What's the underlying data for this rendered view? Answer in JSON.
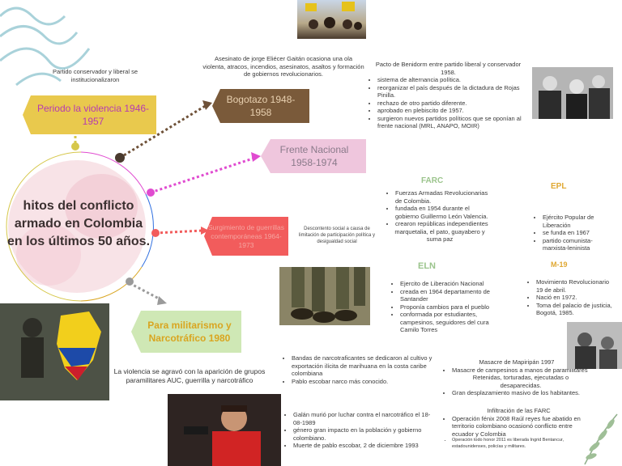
{
  "center_title": "hitos del conflicto armado en Colombia en los últimos 50 años.",
  "colors": {
    "yellow": "#e9c94d",
    "gold": "#d9a520",
    "green_light": "#cfe8b5",
    "pink_light": "#efc6dd",
    "red": "#f25c5c",
    "brown": "#5b4636",
    "olive": "#7a5a3a",
    "magenta": "#e04bd0",
    "gray": "#9a9a9a"
  },
  "topics": {
    "violencia": {
      "label": "Periodo la violencia 1946-1957",
      "note": "Partido conservador y liberal se institucionalizaron"
    },
    "bogotazo": {
      "label": "Bogotazo 1948-1958",
      "note": "Asesinato de jorge Eliécer Gaitán ocasiona una ola violenta, atracos, incendios, asesinatos, asaltos y formación de gobiernos revolucionarios."
    },
    "frente": {
      "label": "Frente Nacional 1958-1974",
      "intro": "Pacto de Benidorm entre partido liberal y conservador 1958.",
      "items": [
        "sistema de alternancia política.",
        "reorganizar el país después de la dictadura de Rojas Pinilla.",
        "rechazo de otro partido diferente.",
        "aprobado en plebiscito de 1957.",
        "surgieron nuevos partidos políticos que se oponían  al frente nacional  (MRL, ANAPO, MOIR)"
      ]
    },
    "guerrillas": {
      "label": "Surgimiento de guerrillas contemporáneas 1964-1973",
      "note": "Descontento social a causa de limitación de participación política y desigualdad social"
    },
    "narco": {
      "label": "Para militarismo y Narcotráfico 1980",
      "note": "La violencia se agravó con la aparición de grupos paramilitares AUC, guerrilla y narcotráfico",
      "items": [
        "Bandas de narcotraficantes se dedicaron al cultivo y exportación ilícita de marihuana en la costa caribe colombiana",
        "Pablo escobar narco más conocido."
      ],
      "galan": [
        "Galán murió por luchar contra el narcotráfico el 18-08-1989",
        "género gran impacto en la población y gobierno colombiano.",
        "Muerte de pablo escobar, 2 de diciembre 1993"
      ]
    }
  },
  "groups": {
    "farc": {
      "title": "FARC",
      "items": [
        "Fuerzas Armadas Revolucionarias de  Colombia.",
        "fundada en 1954 durante el gobierno Guillermo León Valencia.",
        "crearon repúblicas independientes",
        "marquetalia, el pato, guayabero y suma paz"
      ]
    },
    "eln": {
      "title": "ELN",
      "items": [
        "Ejercito de Liberación Nacional",
        "creada en 1964 departamento de Santander",
        "Proponía cambios para el pueblo",
        "conformada por estudiantes, campesinos, seguidores del cura Camilo Torres"
      ]
    },
    "epl": {
      "title": "EPL",
      "items": [
        "Ejército Popular de Liberación",
        "se funda en 1967",
        "partido comunista-marxista-leninista"
      ]
    },
    "m19": {
      "title": "M-19",
      "items": [
        "Movimiento Revolucionario 19 de abril.",
        "Nació en 1972.",
        "Toma del palacio de justicia, Bogotá, 1985."
      ]
    }
  },
  "mapiripan": {
    "title": "Masacre de Mapiripán 1997",
    "items": [
      "Masacre de campesinos a manos de paramilitares",
      "Retenidas, torturadas, ejecutadas o desaparecidas.",
      "Gran desplazamiento masivo de los habitantes."
    ]
  },
  "farc_infiltracion": {
    "title": "Infiltración de las FARC",
    "items": [
      "Operación fénix 2008 Raúl reyes fue abatido en territorio colombiano ocasionó conflicto entre ecuador y Colombia",
      "Operación todo honor 2011 es liberada Ingrid Bentancur, estadounidenses, policías y militares."
    ]
  }
}
